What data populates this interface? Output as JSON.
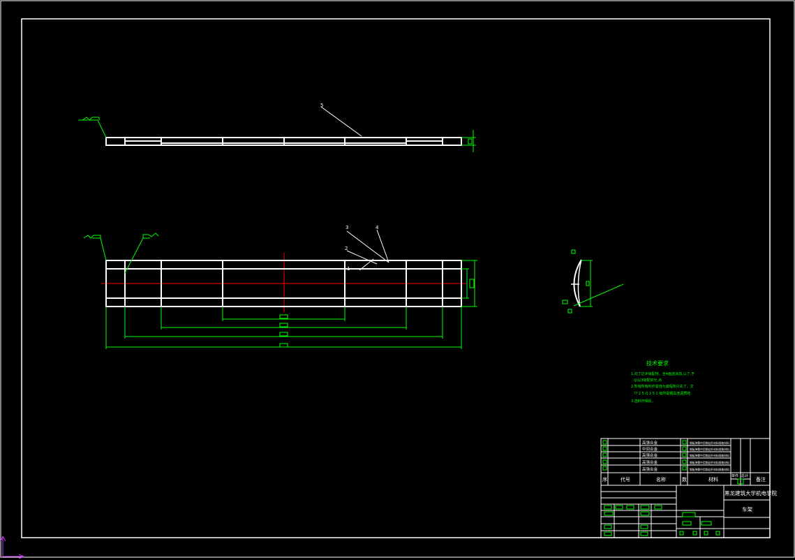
{
  "drawing": {
    "background": "#000000",
    "colors": {
      "outline": "#ffffff",
      "dimension": "#00ff00",
      "centerline": "#ff0000",
      "ucs": "#cc33ff"
    },
    "callouts": [
      "5",
      "3",
      "4",
      "2",
      "1"
    ],
    "tech_title": "技术要求",
    "tech_notes": [
      "1.向丁达乡级配地，全4面选涂加,以了,于",
      "(J)以3级配好光,点",
      "2.所有所有料作需自为其程所只先了。文",
      "?? 2 5 Q 2 5 1  级所需钢具连调质结",
      "3.选料杆相反。"
    ],
    "bom_rows": [
      {
        "name": "高强合金",
        "spec": "钢板弹簧中用钢丝杆材料规格材料"
      },
      {
        "name": "中间合金",
        "spec": "钢板弹簧中用钢丝杆材料规格材料"
      },
      {
        "name": "高强合金",
        "spec": "钢板弹簧中用钢丝杆材料规格材料"
      },
      {
        "name": "高强合金",
        "spec": "钢板弹簧中用钢丝杆材料规格材料"
      },
      {
        "name": "高强合金",
        "spec": "钢板弹簧中用钢丝杆材料规格材料"
      }
    ],
    "bom_header": {
      "col1": "序",
      "col2": "代号",
      "col3": "名称",
      "col4": "数",
      "col5": "材料",
      "col6": "单件",
      "col7": "总计",
      "col8": "备注"
    },
    "title_block": {
      "school": "黑龙建筑大学机电学院",
      "part": "车架"
    }
  }
}
